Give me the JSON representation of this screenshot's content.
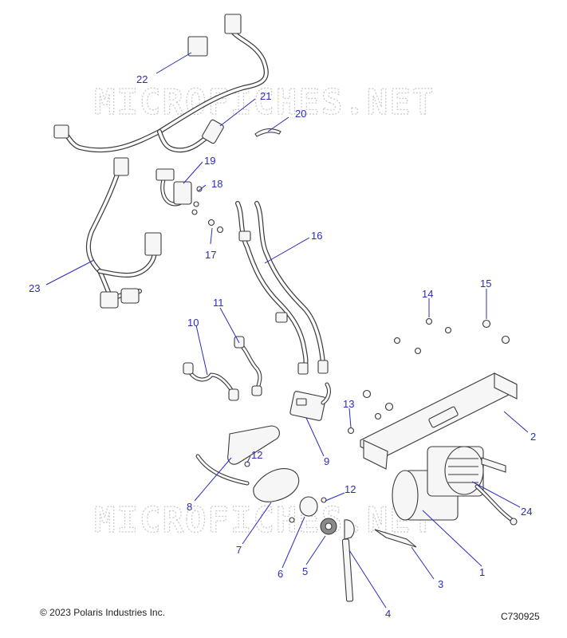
{
  "watermark": "MICROFICHES.NET",
  "copyright": "© 2023 Polaris Industries Inc.",
  "figure_code": "C730925",
  "callouts": [
    "1",
    "2",
    "3",
    "4",
    "5",
    "6",
    "7",
    "8",
    "9",
    "10",
    "11",
    "12",
    "12",
    "13",
    "14",
    "15",
    "16",
    "17",
    "18",
    "19",
    "20",
    "21",
    "22",
    "23",
    "24"
  ],
  "colors": {
    "callout": "#2b2bbf",
    "line_art": "#3a3a3a",
    "watermark": "#c8c8c8"
  }
}
